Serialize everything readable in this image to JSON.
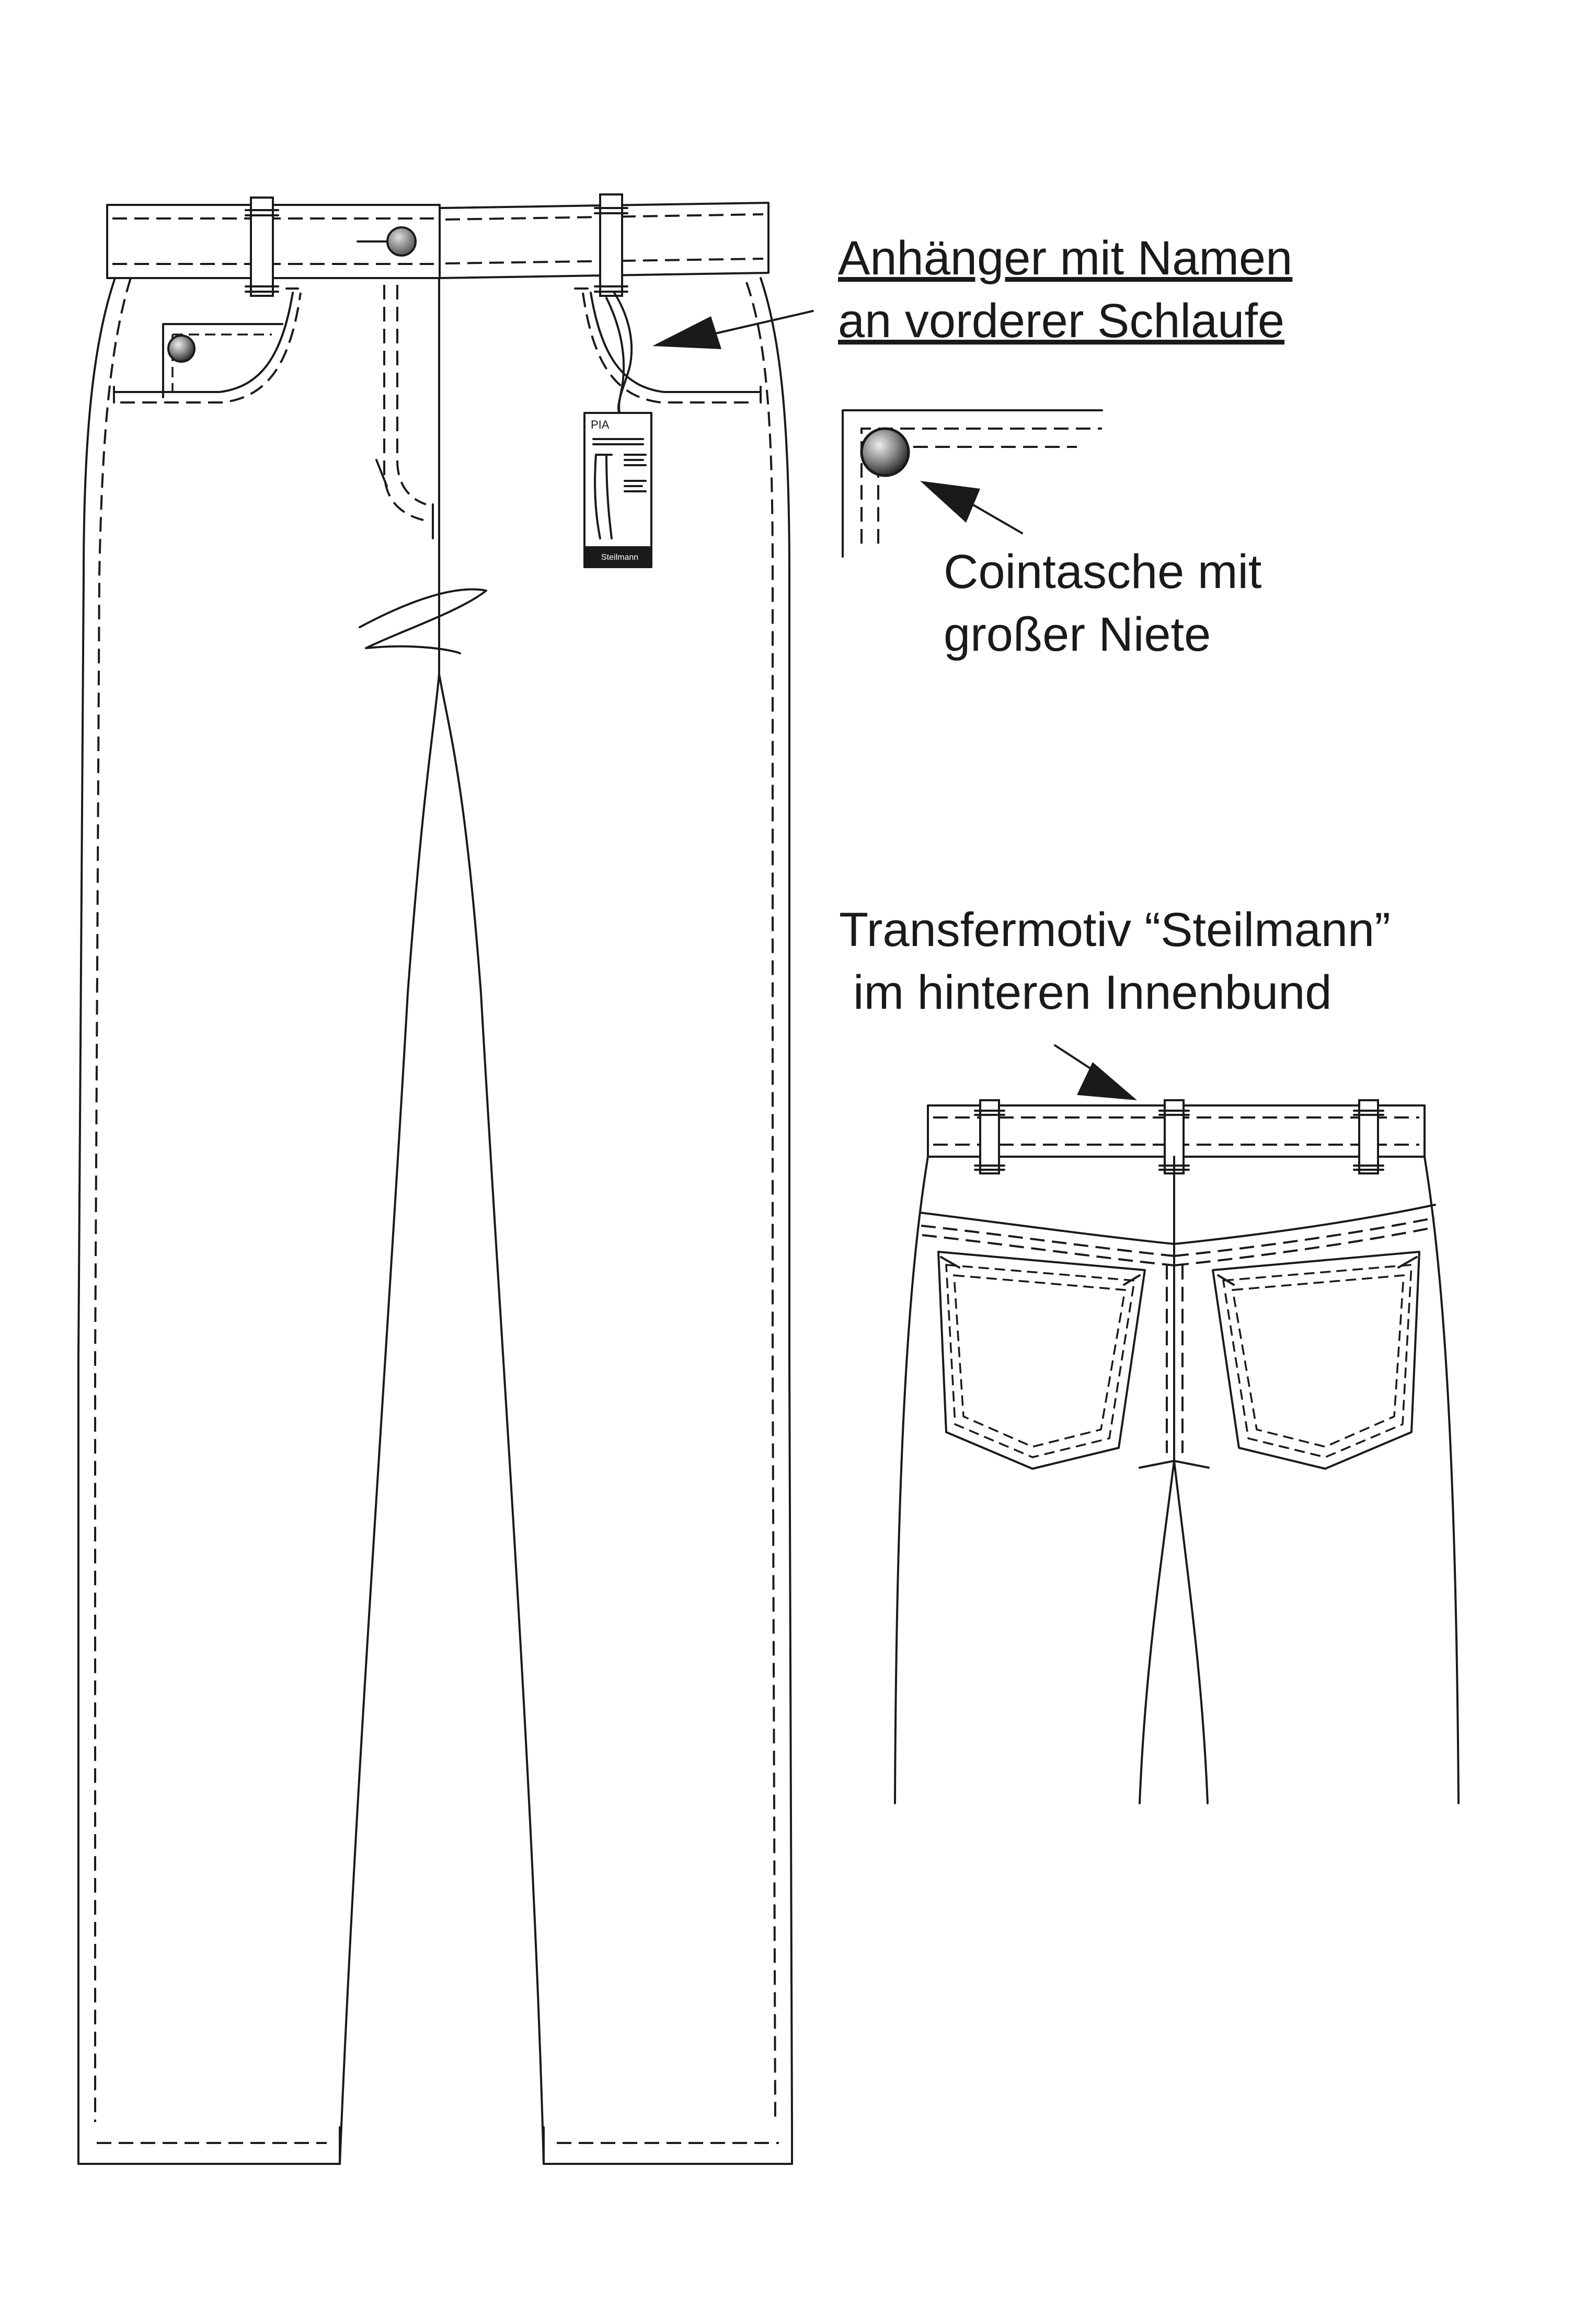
{
  "annotations": {
    "tag": {
      "line1": "Anhänger mit Namen",
      "line2": "an vorderer Schlaufe"
    },
    "coin_pocket": {
      "line1": "Cointasche mit",
      "line2": "großer Niete"
    },
    "transfer": {
      "line1": "Transfermotiv “Steilmann”",
      "line2": "im hinteren Innenbund"
    }
  },
  "hang_tag": {
    "name": "PIA",
    "brand": "Steilmann"
  },
  "icons": {
    "rivet": "rivet-icon",
    "button": "button-icon"
  },
  "colors": {
    "line": "#1a1a1a",
    "background": "#ffffff",
    "rivet_light": "#e6e6e6",
    "rivet_dark": "#333333"
  }
}
